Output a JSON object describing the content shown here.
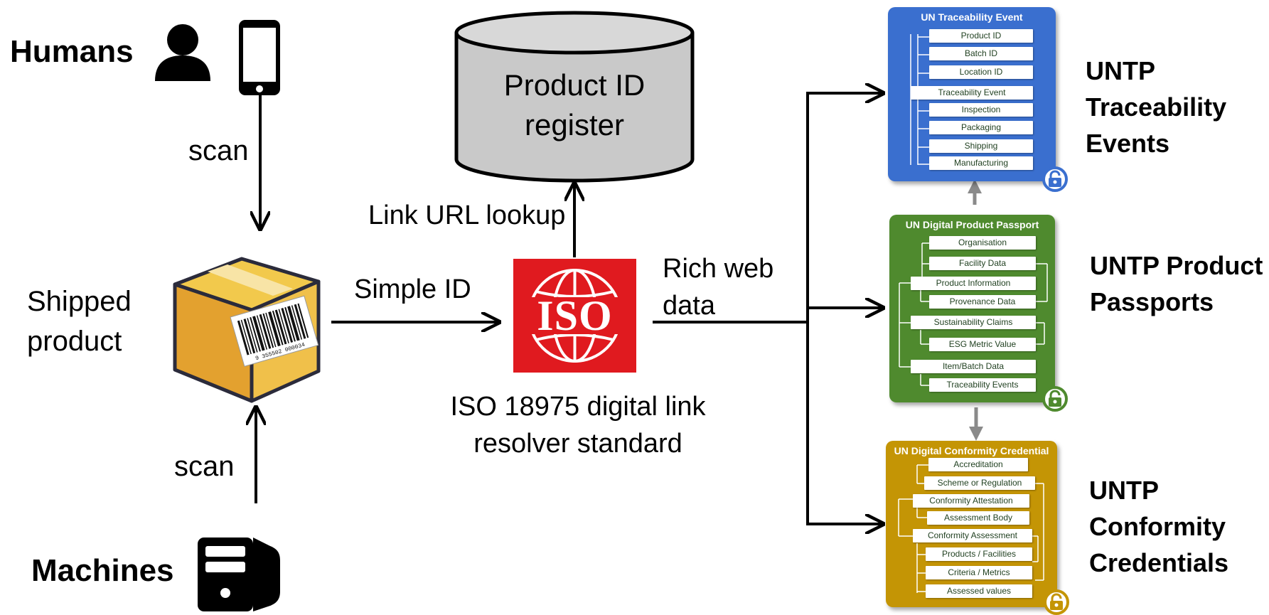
{
  "actors": {
    "humans": "Humans",
    "machines": "Machines",
    "scan_top": "scan",
    "scan_bottom": "scan"
  },
  "product": {
    "label_line1": "Shipped",
    "label_line2": "product",
    "barcode_digits": "9 355502 000034"
  },
  "flow": {
    "simple_id": "Simple ID",
    "link_lookup": "Link URL lookup",
    "rich_line1": "Rich web",
    "rich_line2": "data"
  },
  "register": {
    "line1": "Product ID",
    "line2": "register"
  },
  "iso": {
    "logo_text": "ISO",
    "caption_line1": "ISO 18975 digital link",
    "caption_line2": "resolver standard"
  },
  "cards": {
    "traceability": {
      "title": "UN Traceability Event",
      "color": "#3a6fcf",
      "fields": [
        "Product ID",
        "Batch ID",
        "Location ID",
        "Traceability Event",
        "Inspection",
        "Packaging",
        "Shipping",
        "Manufacturing"
      ],
      "label_line1": "UNTP",
      "label_line2": "Traceability",
      "label_line3": "Events"
    },
    "passport": {
      "title": "UN Digital Product Passport",
      "color": "#4f8a2e",
      "fields": [
        "Organisation",
        "Facility Data",
        "Product Information",
        "Provenance Data",
        "Sustainability Claims",
        "ESG Metric Value",
        "Item/Batch Data",
        "Traceability Events"
      ],
      "label_line1": "UNTP Product",
      "label_line2": "Passports"
    },
    "conformity": {
      "title": "UN Digital Conformity Credential",
      "color": "#c49505",
      "fields": [
        "Accreditation",
        "Scheme or Regulation",
        "Conformity Attestation",
        "Assessment Body",
        "Conformity Assessment",
        "Products / Facilities",
        "Criteria / Metrics",
        "Assessed values"
      ],
      "label_line1": "UNTP",
      "label_line2": "Conformity",
      "label_line3": "Credentials"
    }
  }
}
